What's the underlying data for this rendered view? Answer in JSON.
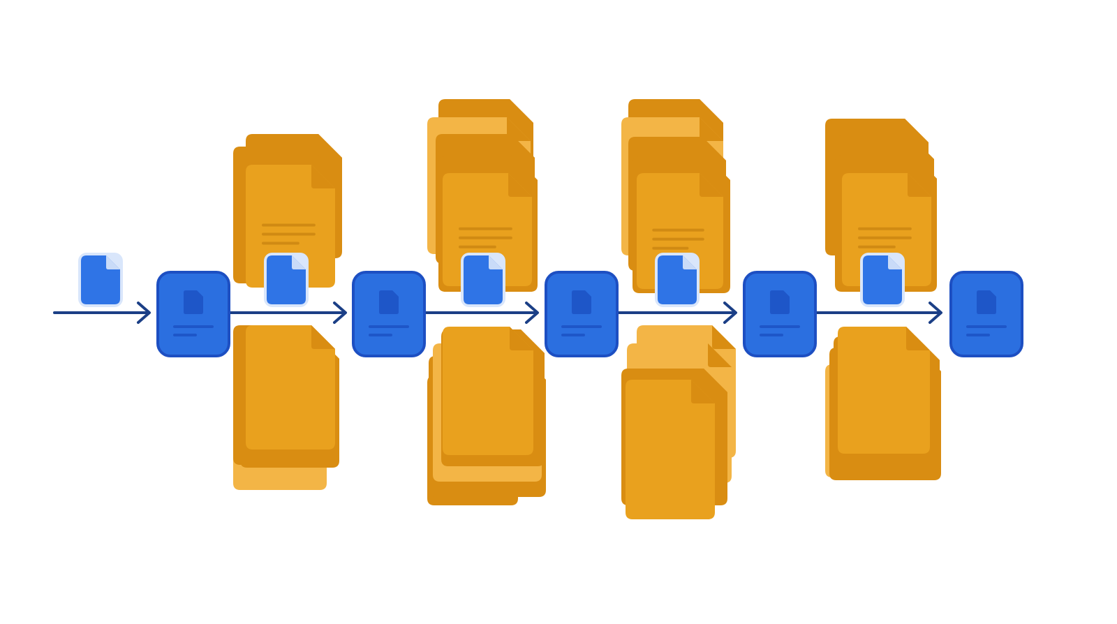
{
  "diagram": {
    "type": "document-pipeline",
    "stages": [
      {
        "kind": "input-document"
      },
      {
        "kind": "process-node"
      },
      {
        "kind": "arrow"
      },
      {
        "kind": "process-node"
      },
      {
        "kind": "arrow"
      },
      {
        "kind": "process-node"
      },
      {
        "kind": "arrow"
      },
      {
        "kind": "process-node"
      },
      {
        "kind": "arrow"
      },
      {
        "kind": "process-node"
      }
    ],
    "process_node_count": 5,
    "file_stacks_between_nodes": 4,
    "colors": {
      "background": "#ffffff",
      "node_fill": "#2b6fe0",
      "node_border": "#1d4fc2",
      "node_icon": "#1e56c8",
      "small_doc_fill": "#2f74e6",
      "small_doc_border": "#d9e6fb",
      "small_doc_fold": "#c9dbf8",
      "arrow": "#1b3f86",
      "folder_dark": "#d98d12",
      "folder_mid": "#e9a11e",
      "folder_light": "#f3b546",
      "folder_lines": "#d08a13"
    },
    "icons": [
      "document-icon",
      "file-stack-icon",
      "arrow-right-icon"
    ]
  }
}
